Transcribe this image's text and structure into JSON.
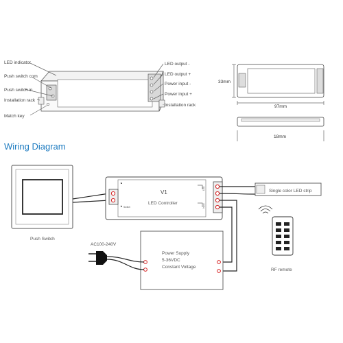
{
  "top_labels": {
    "led_indicator": "LED indicator",
    "push_switch_com": "Push switch com",
    "push_switch_in": "Push switch in",
    "installation_rack_left": "Installation rack",
    "match_key": "Match key",
    "led_output_minus": "LED output -",
    "led_output_plus": "LED output +",
    "power_input_minus": "Power input -",
    "power_input_plus": "Power input +",
    "installation_rack_right": "Installation rack"
  },
  "dimensions": {
    "height": "33mm",
    "length": "97mm",
    "depth": "18mm"
  },
  "wiring": {
    "title": "Wiring Diagram",
    "push_switch": "Push Switch",
    "controller_model": "V1",
    "controller_name": "LED Controller",
    "terminal_led": "LED",
    "terminal_input": "Input",
    "terminal_switch": "Switch",
    "strip_label": "Single color LED strip",
    "power_line1": "Power Supply",
    "power_line2": "5-36VDC",
    "power_line3": "Constant Voltage",
    "ac_label": "AC100-240V",
    "remote_label": "RF remote"
  },
  "colors": {
    "heading": "#1d7bc0",
    "wire": "#222222",
    "terminal_red": "#d62020"
  }
}
